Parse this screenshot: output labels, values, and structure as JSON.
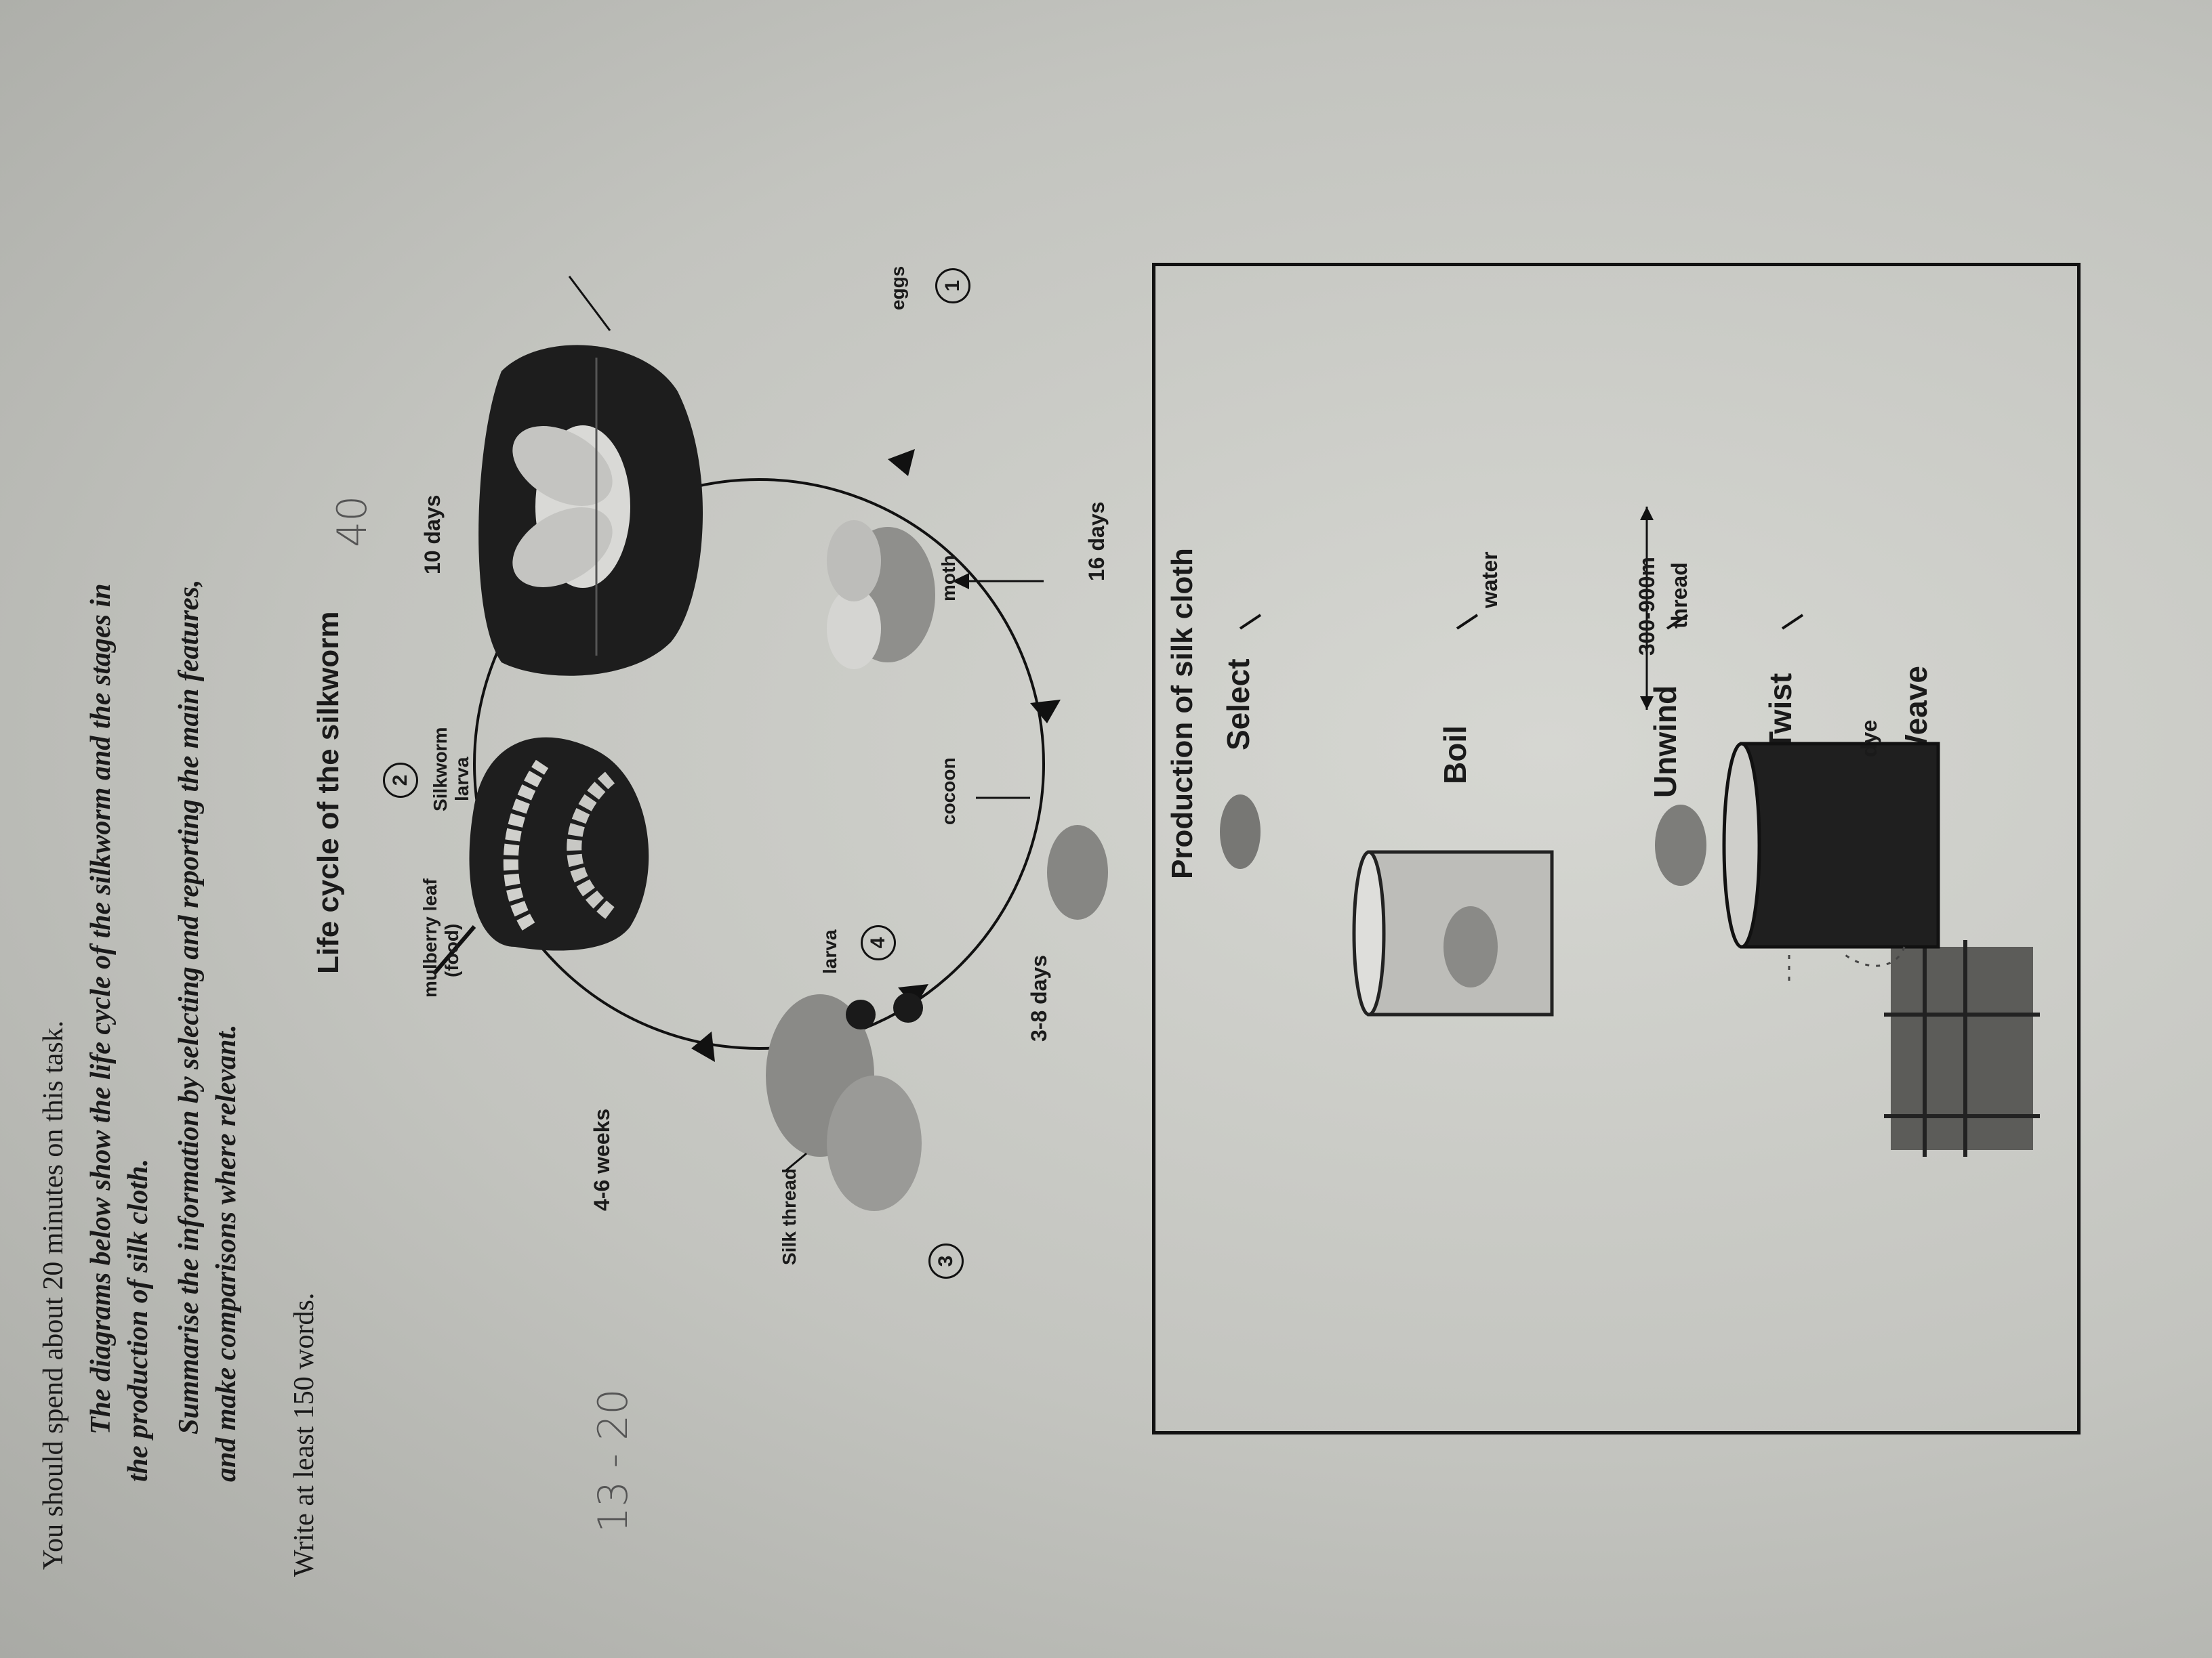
{
  "instructions": {
    "line1_prefix": "You should spend about 20 minutes on this task.",
    "task_line1": "The diagrams below show the life cycle of the silkworm and the stages in",
    "task_line2": "the production of silk cloth.",
    "task_line3": "Summarise the information by selecting and reporting the main features,",
    "task_line4": "and make comparisons where relevant.",
    "write_at_least": "Write at least 150 words."
  },
  "handwriting": {
    "score": "13 - 20",
    "mark": "40"
  },
  "life_cycle": {
    "title": "Life cycle of the silkworm",
    "stages": [
      {
        "num": "1",
        "label": "eggs"
      },
      {
        "num": "2",
        "label_line1": "Silkworm",
        "label_line2": "larva"
      },
      {
        "num": "3",
        "label": "Silk thread"
      },
      {
        "num": "4",
        "label": "cocoon"
      }
    ],
    "labels": {
      "mulberry_line1": "mulberry leaf",
      "mulberry_line2": "(food)",
      "larva": "larva",
      "moth": "moth"
    },
    "durations": {
      "eggs_to_larva": "10 days",
      "larva_to_thread": "4-6 weeks",
      "thread_to_cocoon": "3-8 days",
      "cocoon_to_moth": "16 days"
    }
  },
  "production": {
    "title": "Production of silk cloth",
    "steps": [
      "Select",
      "Boil",
      "Unwind",
      "Twist",
      "Weave"
    ],
    "labels": {
      "water": "water",
      "length": "300-900m",
      "thread": "thread",
      "dye": "dye"
    }
  }
}
